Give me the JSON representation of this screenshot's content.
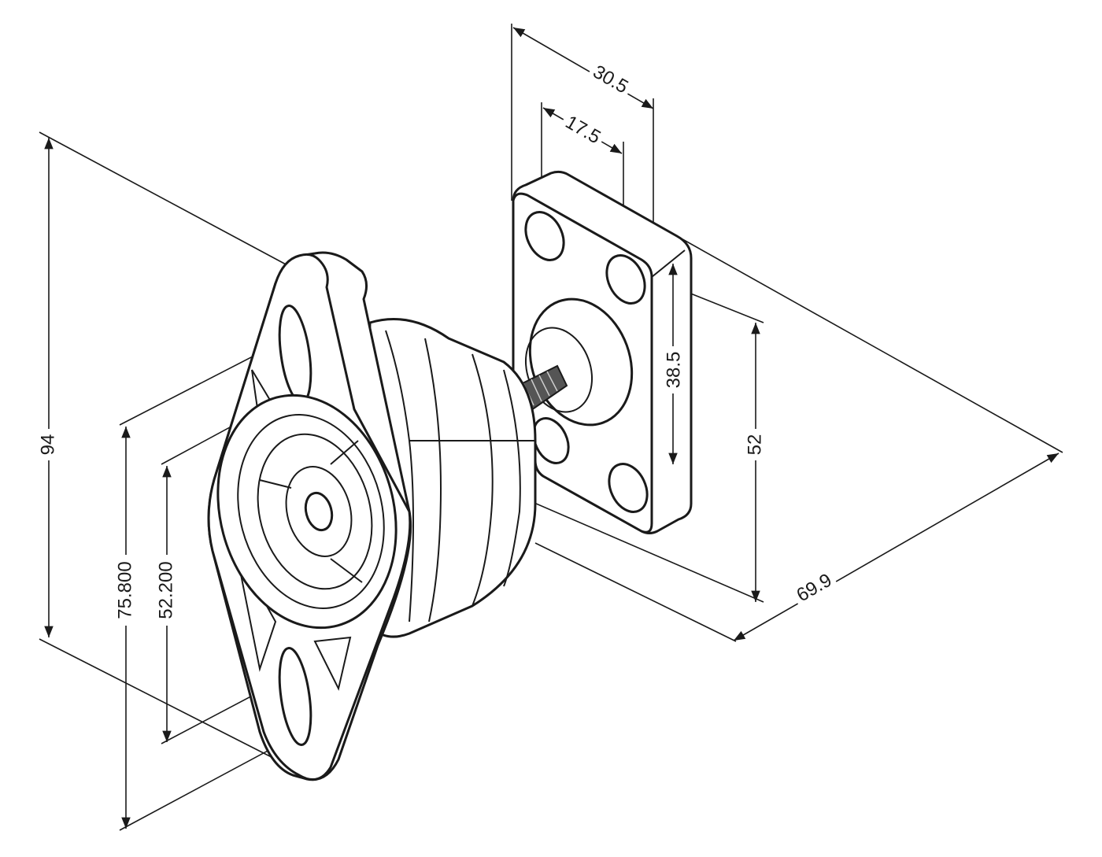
{
  "drawing": {
    "dimensions": {
      "d_30_5": "30.5",
      "d_17_5": "17.5",
      "d_38_5": "38.5",
      "d_52": "52",
      "d_69_9": "69.9",
      "d_94": "94",
      "d_75_800": "75.800",
      "d_52_200": "52.200"
    },
    "line_color": "#1a1a1a"
  }
}
